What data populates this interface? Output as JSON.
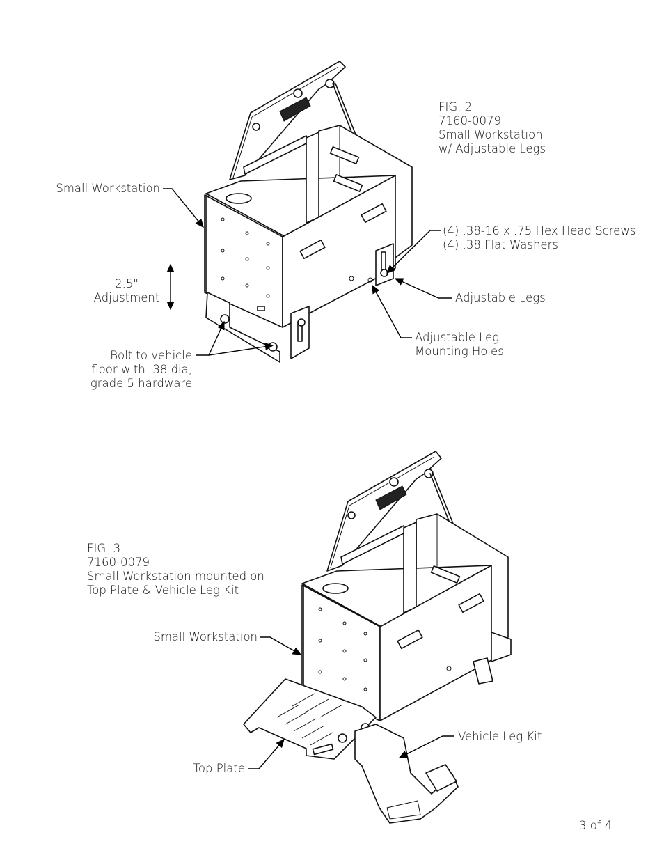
{
  "fig2": {
    "caption": [
      "FIG. 2",
      "7160-0079",
      "Small Workstation",
      "w/ Adjustable Legs"
    ],
    "callouts": {
      "small_workstation": "Small Workstation",
      "adjustment": [
        "2.5\"",
        "Adjustment"
      ],
      "hardware": [
        "(4) .38-16 x .75 Hex Head Screws",
        "(4) .38 Flat Washers"
      ],
      "adjustable_legs": "Adjustable Legs",
      "mounting_holes": [
        "Adjustable Leg",
        "Mounting Holes"
      ],
      "bolt": [
        "Bolt to vehicle",
        "floor with .38 dia,",
        "grade 5 hardware"
      ]
    }
  },
  "fig3": {
    "caption": [
      "FIG. 3",
      "7160-0079",
      "Small Workstation mounted on",
      "Top Plate & Vehicle Leg Kit"
    ],
    "callouts": {
      "small_workstation": "Small Workstation",
      "vehicle_leg_kit": "Vehicle Leg Kit",
      "top_plate": "Top Plate"
    }
  },
  "page_number": "3 of 4"
}
